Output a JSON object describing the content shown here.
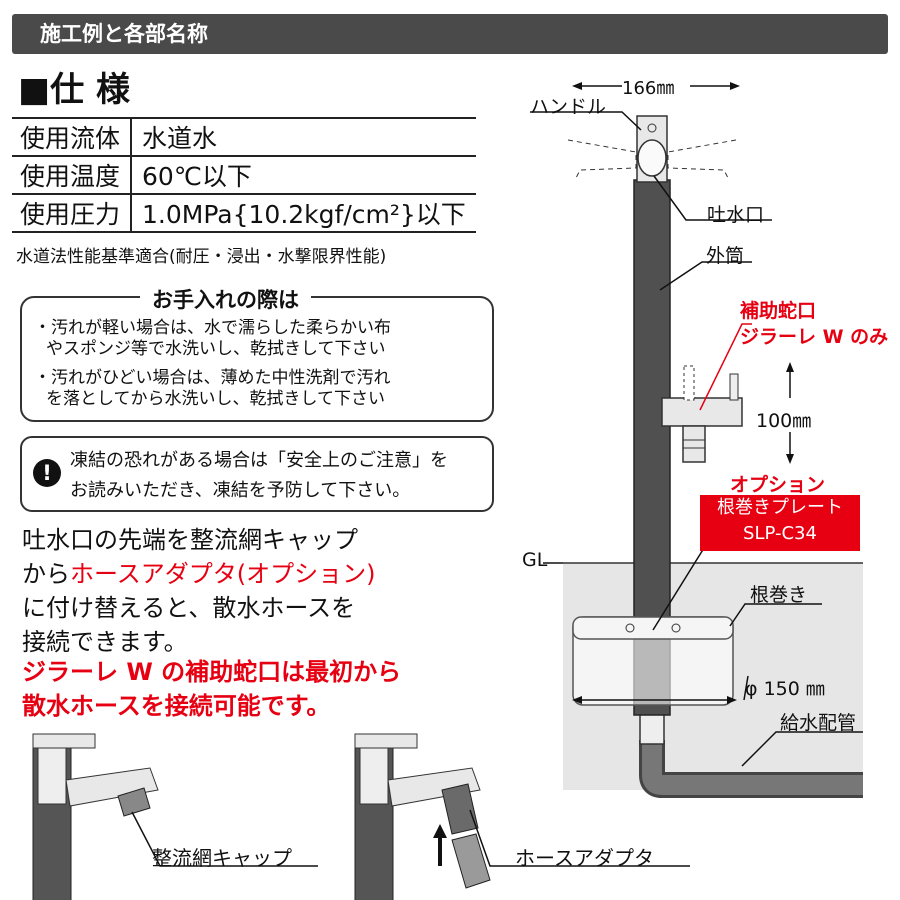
{
  "header": {
    "title": "施工例と各部名称"
  },
  "spec": {
    "heading": "■仕 様",
    "rows": [
      {
        "label": "使用流体",
        "value": "水道水"
      },
      {
        "label": "使用温度",
        "value": "60℃以下"
      },
      {
        "label": "使用圧力",
        "value": "1.0MPa{10.2kgf/cm²}以下"
      }
    ],
    "standard": "水道法性能基準適合(耐圧・浸出・水撃限界性能)"
  },
  "care": {
    "title": "お手入れの際は",
    "items": [
      {
        "line1": "・汚れが軽い場合は、水で濡らした柔らかい布",
        "line2": "やスポンジ等で水洗いし、乾拭きして下さい"
      },
      {
        "line1": "・汚れがひどい場合は、薄めた中性洗剤で汚れ",
        "line2": "を落としてから水洗いし、乾拭きして下さい"
      }
    ]
  },
  "warning": {
    "icon": "!",
    "line1": "凍結の恐れがある場合は「安全上のご注意」を",
    "line2": "お読みいただき、凍結を予防して下さい。"
  },
  "description": {
    "line1": "吐水口の先端を整流網キャップ",
    "line2_prefix": "から",
    "line2_red": "ホースアダプタ(オプション)",
    "line3": "に付け替えると、散水ホースを",
    "line4": "接続できます。",
    "note_line1": "ジラーレ W の補助蛇口は最初から",
    "note_line2": "散水ホースを接続可能です。"
  },
  "diagram": {
    "dim_top": "166㎜",
    "handle": "ハンドル",
    "spout": "吐水口",
    "outer_tube": "外筒",
    "aux_faucet": "補助蛇口",
    "aux_note": "ジラーレ W のみ",
    "dim_side": "100㎜",
    "option": "オプション",
    "plate_name": "根巻きプレート",
    "plate_code": "SLP-C34",
    "gl": "GL",
    "base": "根巻き",
    "diameter": "φ 150 ㎜",
    "supply_pipe": "給水配管"
  },
  "callouts": {
    "cap": "整流網キャップ",
    "adapter": "ホースアダプタ"
  },
  "colors": {
    "accent": "#e60012",
    "header_bg": "#4a4a4a",
    "pipe": "#505050"
  }
}
